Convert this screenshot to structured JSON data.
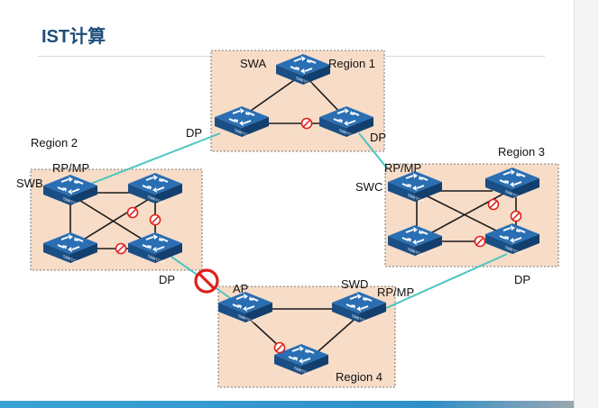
{
  "slide": {
    "title": "IST计算"
  },
  "regions": [
    {
      "id": "r1",
      "label": "Region 1"
    },
    {
      "id": "r2",
      "label": "Region 2"
    },
    {
      "id": "r3",
      "label": "Region 3"
    },
    {
      "id": "r4",
      "label": "Region 4"
    }
  ],
  "switch_names": {
    "swa": "SWA",
    "swb": "SWB",
    "swc": "SWC",
    "swd": "SWD"
  },
  "port_roles": {
    "r1_left_dp": "DP",
    "r1_right_dp": "DP",
    "r2_rpmp": "RP/MP",
    "r2_dp": "DP",
    "r3_rpmp": "RP/MP",
    "r3_dp": "DP",
    "r4_ap": "AP",
    "r4_rpmp": "RP/MP"
  },
  "device_caption": "SWITCH",
  "colors": {
    "region_fill": "#f7dcc7",
    "region_border": "#555555",
    "link": "#1a1a1a",
    "inter_region_link": "#4cc4c0",
    "blocked": "#e0201c",
    "switch_body": "#1f5f9e"
  },
  "icons": {
    "switch": "network-switch-icon",
    "blocked_port": "blocked-port-icon",
    "blocked_link": "no-entry-icon"
  }
}
